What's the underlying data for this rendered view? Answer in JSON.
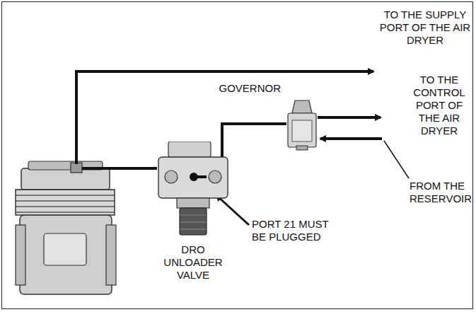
{
  "diagram": {
    "nodes": [
      {
        "text": [
          "GOVERNOR"
        ]
      },
      {
        "text": [
          "DRO UNLOADER VALVE"
        ]
      }
    ],
    "edges": [
      {
        "from": 1,
        "to": 0,
        "arrow": "none"
      }
    ],
    "labels": [
      "TO THE SUPPLY PORT OF THE AIR DRYER",
      "TO THE CONTROL PORT OF THE AIR DRYER",
      "FROM THE RESERVOIR",
      "PORT 21 MUST BE PLUGGED"
    ]
  }
}
